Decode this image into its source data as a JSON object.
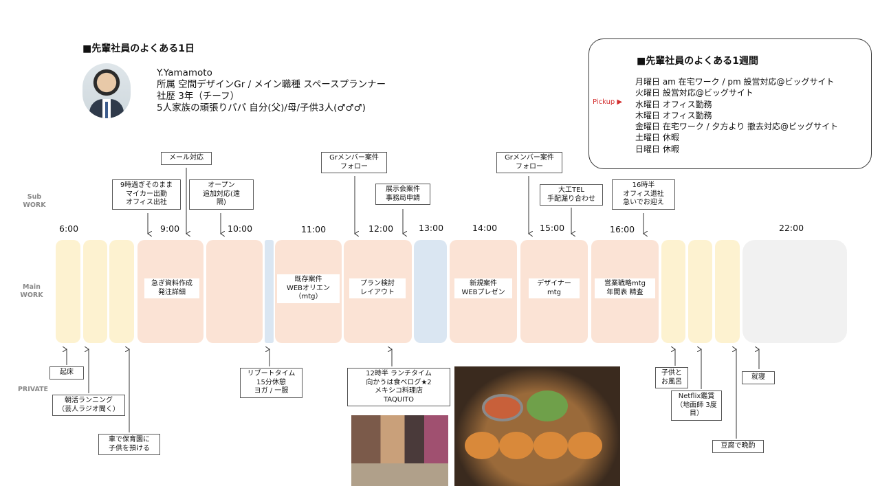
{
  "page_title": "■先輩社員のよくある1日",
  "profile": {
    "name": "Y.Yamamoto",
    "line1": "所属 空間デザインGr / メイン職種 スペースプランナー",
    "line2": "社歴 3年（チーフ）",
    "line3": "5人家族の頑張りパパ 自分(父)/母/子供3人(♂♂♂)"
  },
  "week": {
    "title": "■先輩社員のよくある1週間",
    "pickup": "Pickup ▶",
    "days": [
      "月曜日 am 在宅ワーク / pm 設営対応@ビッグサイト",
      "火曜日 設営対応@ビッグサイト",
      "水曜日 オフィス勤務",
      "木曜日 オフィス勤務",
      "金曜日 在宅ワーク / 夕方より 撤去対応@ビッグサイト",
      "土曜日 休暇",
      "日曜日 休暇"
    ]
  },
  "rows": {
    "sub": "Sub\nWORK",
    "main": "Main\nWORK",
    "private": "PRIVATE"
  },
  "times": [
    "6:00",
    "9:00",
    "10:00",
    "11:00",
    "12:00",
    "13:00",
    "14:00",
    "15:00",
    "16:00",
    "22:00"
  ],
  "main_labels": {
    "b1": "急ぎ資料作成\n発注詳細",
    "b2": "既存案件\nWEBオリエン\n（mtg）",
    "b3": "プラン検討\nレイアウト",
    "b4": "新規案件\nWEBプレゼン",
    "b5": "デザイナー\nmtg",
    "b6": "営業戦略mtg\n年間表 精査"
  },
  "sub": {
    "mail": "メール対応",
    "arrive": "9時過ぎそのまま\nマイカー出勤\nオフィス出社",
    "open": "オープン\n追加対応(遠\n隔)",
    "gr1": "Grメンバー案件\nフォロー",
    "expo": "展示会案件\n事務局申請",
    "gr2": "Grメンバー案件\nフォロー",
    "tel": "大工TEL\n手配漏り合わせ",
    "leave": "16時半\nオフィス退社\n急いでお迎え"
  },
  "private": {
    "wake": "起床",
    "run": "朝活ランニング\n（芸人ラジオ聞く）",
    "nursery": "車で保育園に\n子供を預ける",
    "refresh": "リブートタイム\n15分休憩\nヨガ / 一服",
    "lunch": "12時半 ランチタイム\n向かうは食べログ★2\nメキシコ料理店\nTAQUITO",
    "bath": "子供と\nお風呂",
    "netflix": "Netflix鑑賞\n（地面師 3度\n目）",
    "dinner": "豆腐で晩酌",
    "sleep": "就寝"
  }
}
